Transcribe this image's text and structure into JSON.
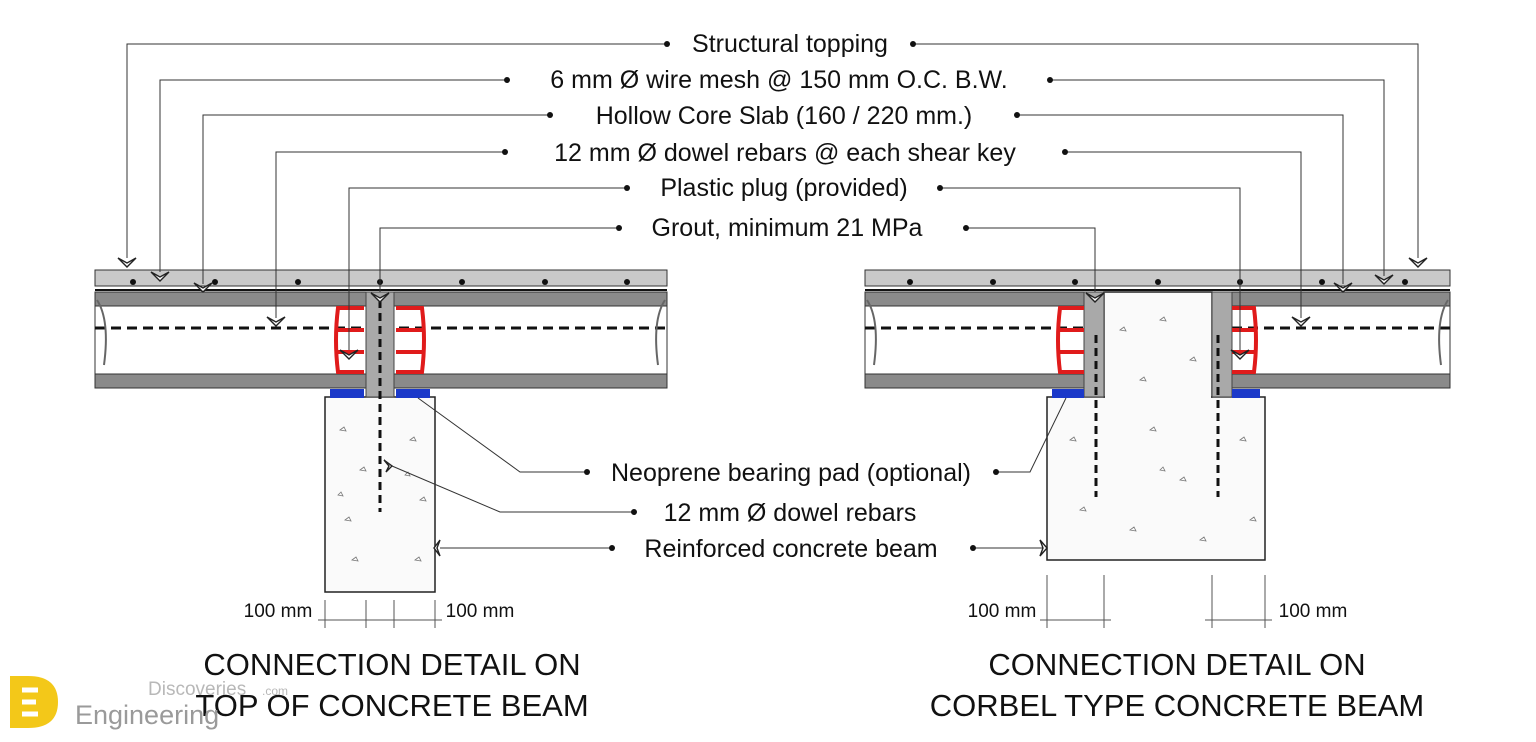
{
  "labels": {
    "structural_topping": "Structural topping",
    "wire_mesh": "6 mm Ø wire mesh @ 150 mm O.C. B.W.",
    "hollow_core": "Hollow Core Slab (160 / 220 mm.)",
    "dowel_shear_key": "12 mm Ø dowel rebars @ each shear key",
    "plastic_plug": "Plastic plug (provided)",
    "grout": "Grout, minimum 21 MPa",
    "neoprene": "Neoprene bearing pad (optional)",
    "dowel_rebars": "12 mm Ø dowel rebars",
    "rc_beam": "Reinforced concrete beam"
  },
  "dimensions": {
    "left_a": "100 mm",
    "left_b": "100 mm",
    "right_a": "100 mm",
    "right_b": "100 mm"
  },
  "titles": {
    "left_line1": "CONNECTION DETAIL ON",
    "left_line2": "TOP OF CONCRETE BEAM",
    "right_line1": "CONNECTION DETAIL ON",
    "right_line2": "CORBEL TYPE CONCRETE BEAM"
  },
  "watermark": {
    "line1": "Discoveries",
    "suffix": ".com",
    "line2": "Engineering",
    "logo_color": "#f2c200"
  },
  "colors": {
    "hook_red": "#e01b1b",
    "pad_blue": "#1b39c9",
    "slab_gray": "#8a8a8a"
  }
}
